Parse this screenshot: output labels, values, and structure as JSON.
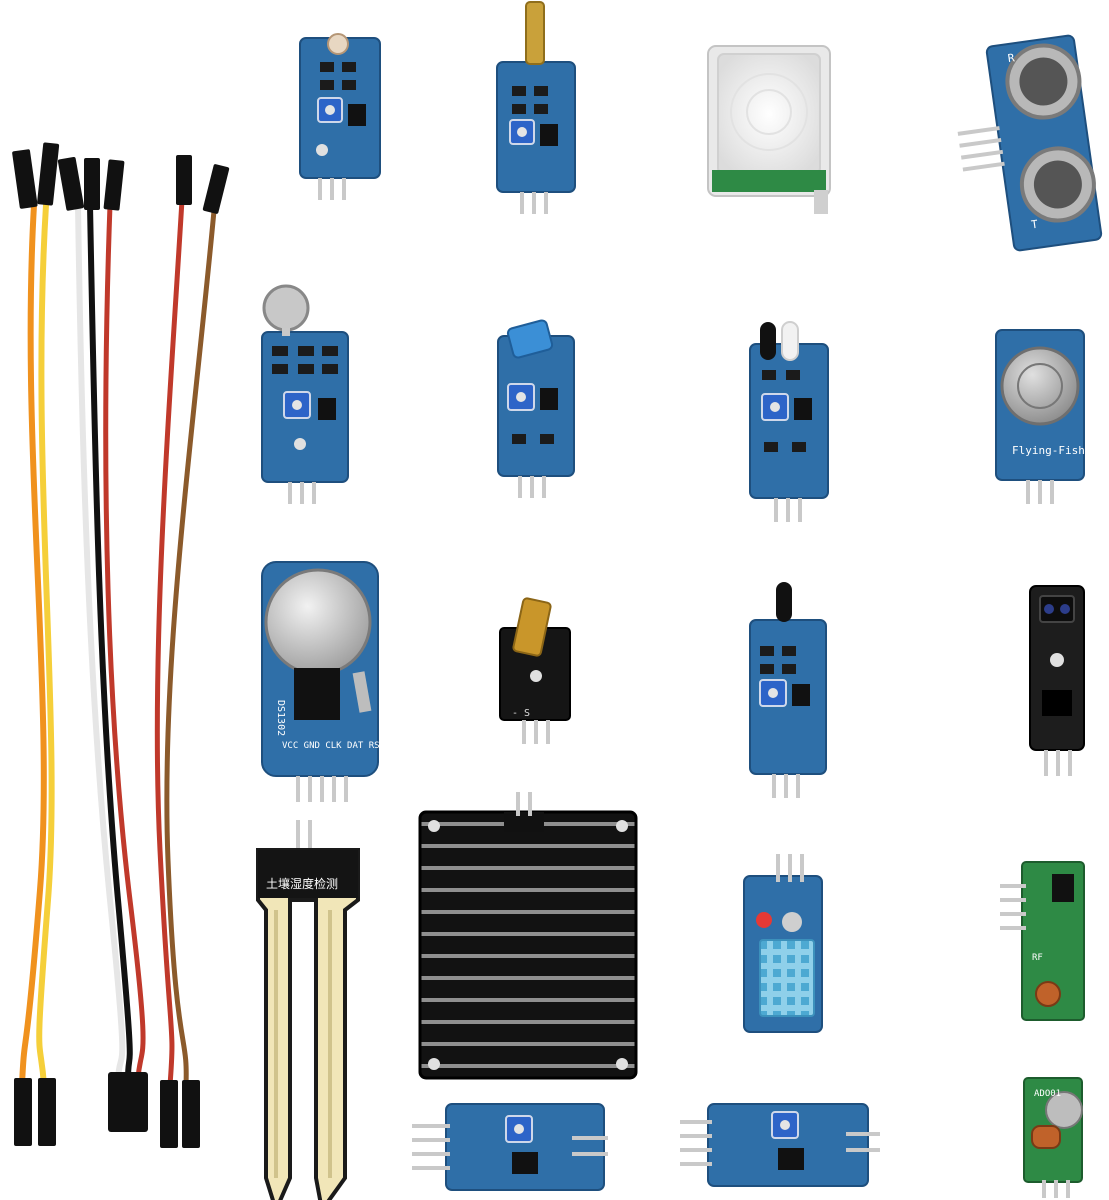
{
  "colors": {
    "background": "#ffffff",
    "pcb_blue": "#2f6fa8",
    "pcb_blue_dark": "#1e4f7e",
    "pcb_black": "#151515",
    "pcb_green": "#2e8a45",
    "pin_metal": "#c9c9c9",
    "pot_blue": "#2d64c8",
    "wire_red": "#c0392b",
    "wire_brown": "#8b5a2b",
    "wire_orange": "#f0921e",
    "wire_yellow": "#f5cf3a",
    "wire_black": "#111111",
    "wire_white": "#f2f2f2"
  },
  "labels": {
    "ultrasonic_t": "T",
    "ultrasonic_r": "R",
    "mq_sensor": "Flying-Fish",
    "rtc_module": "DS1302",
    "rtc_pins": "VCC GND CLK DAT RST",
    "soil_sensor": "土壤湿度检测",
    "rf_receiver": "RF",
    "rf_transmitter": "ADO01",
    "laser_pins": "- S"
  }
}
